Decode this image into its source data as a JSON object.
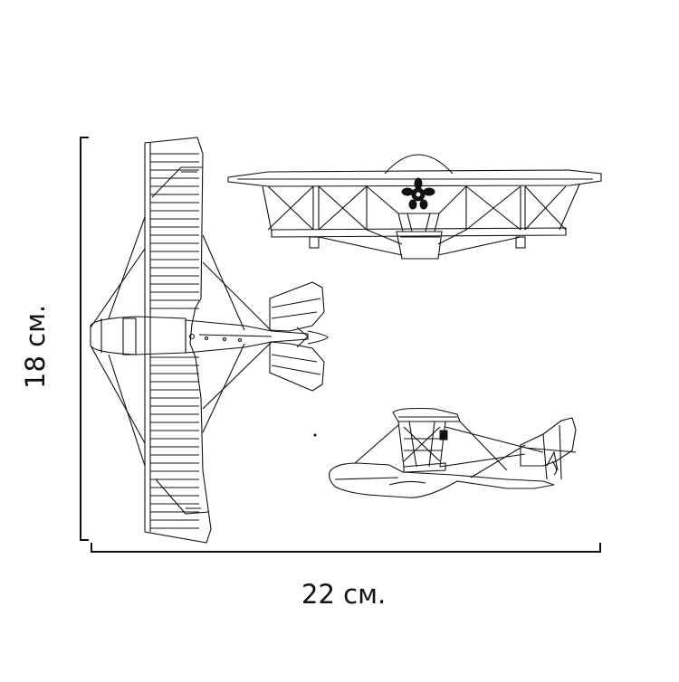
{
  "dimensions": {
    "width_label": "22 см.",
    "height_label": "18 см."
  },
  "drawing": {
    "line_color": "#111111",
    "background": "#ffffff",
    "views": [
      "top-view",
      "front-view",
      "side-view"
    ]
  }
}
